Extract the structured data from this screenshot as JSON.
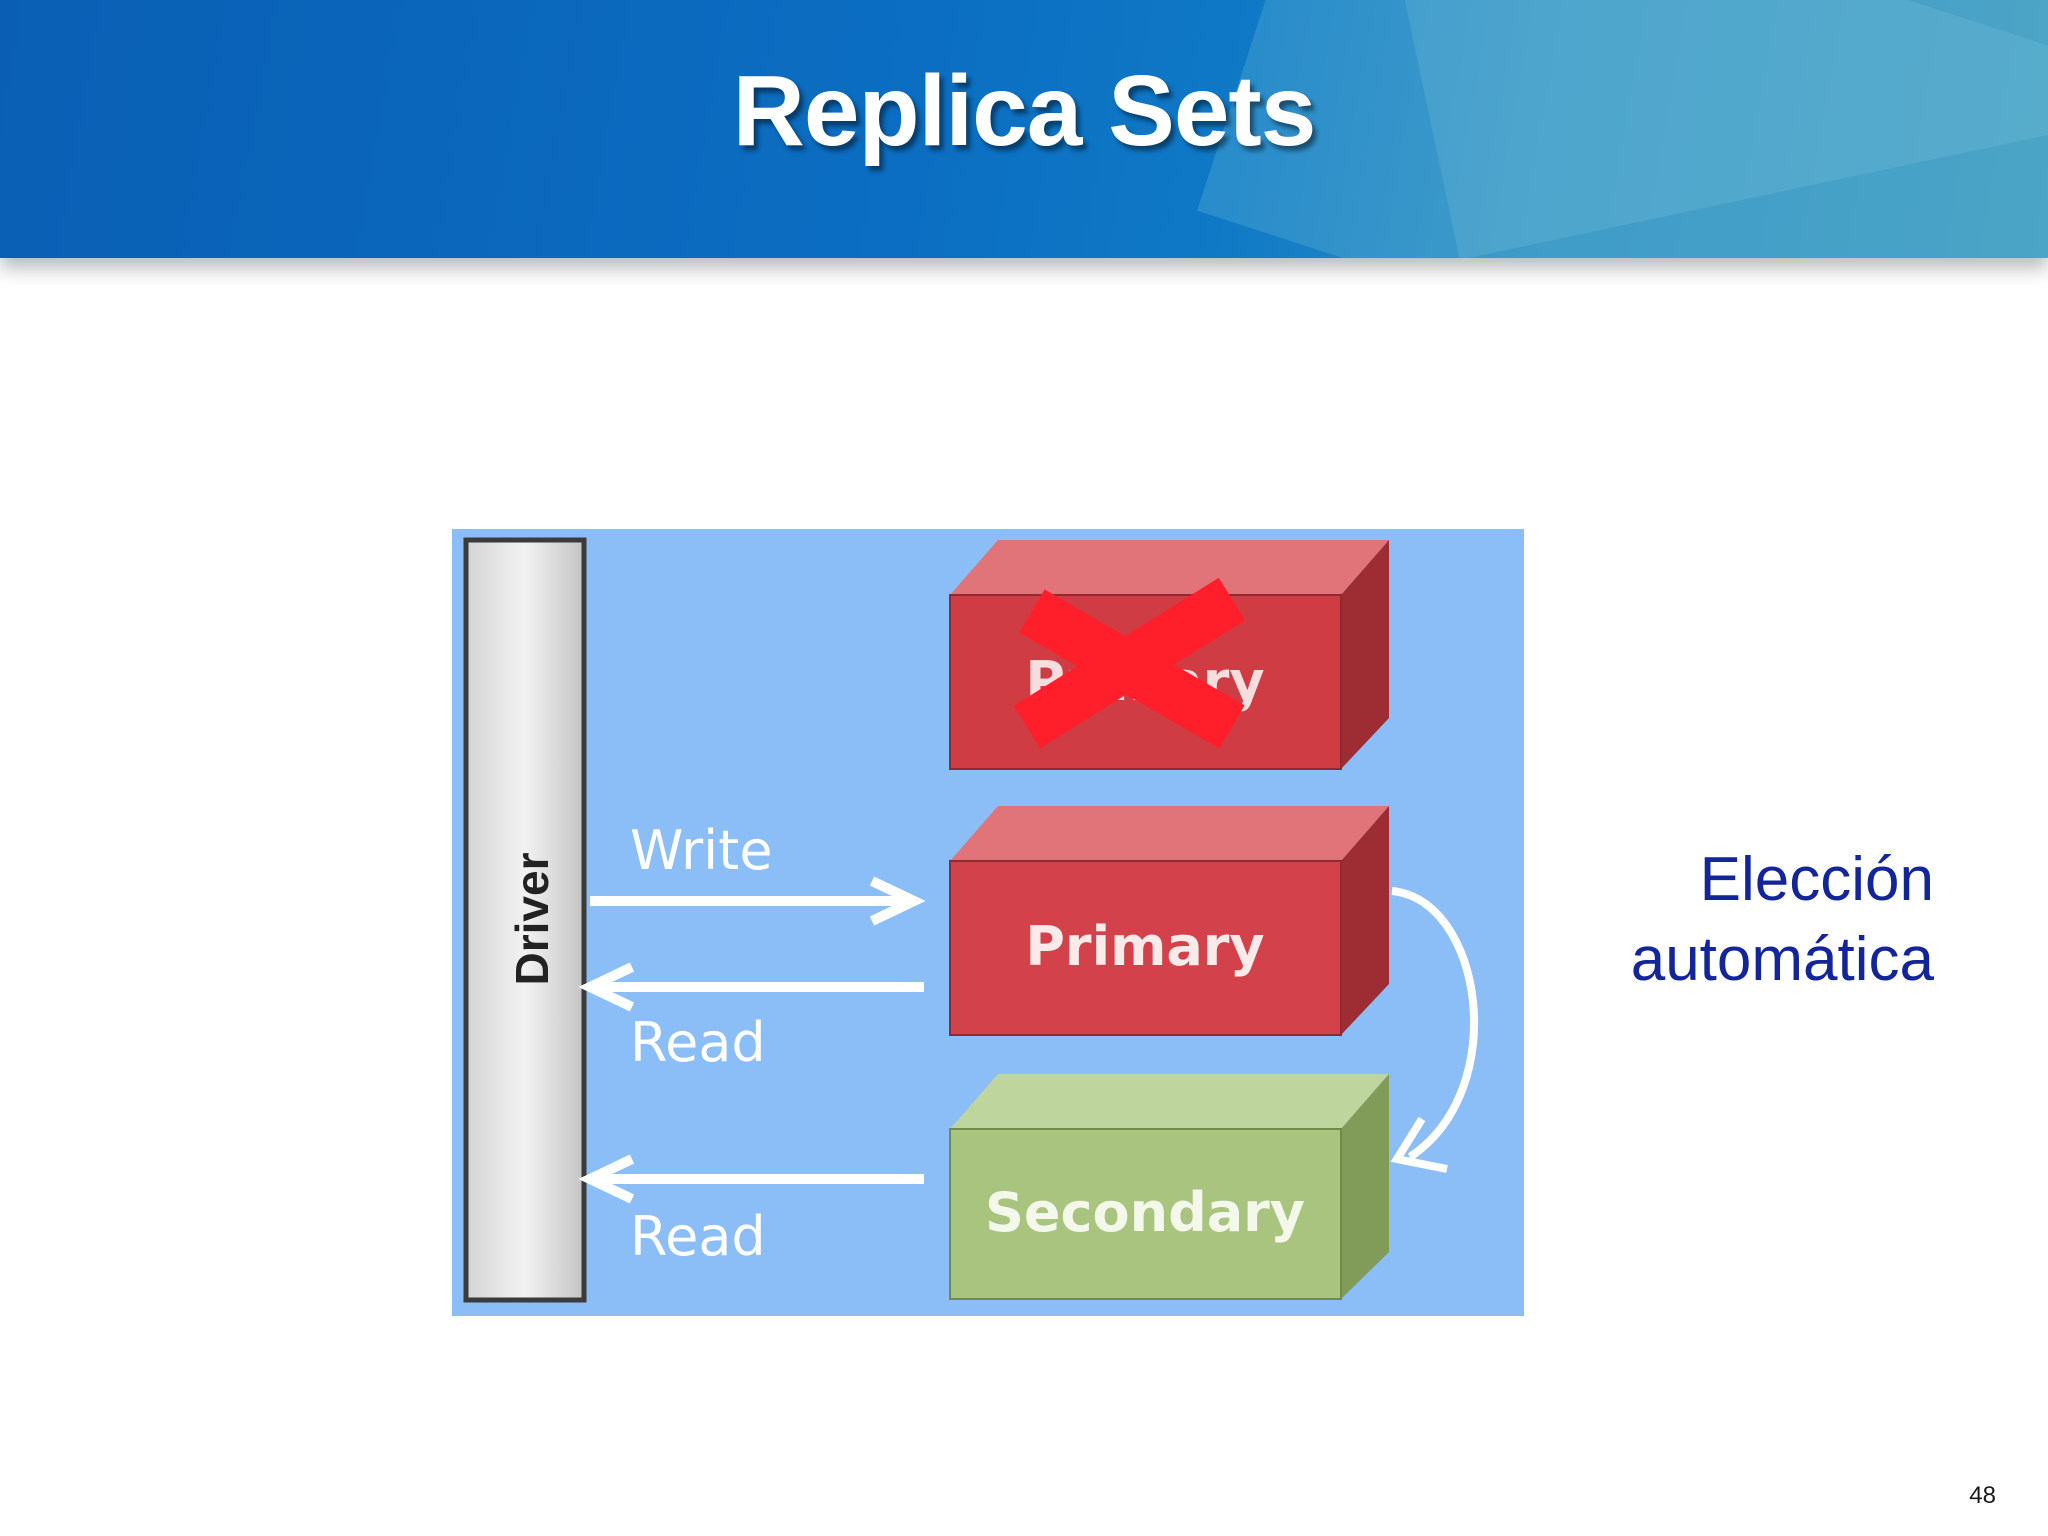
{
  "slide": {
    "title": "Replica Sets",
    "page_number": "48"
  },
  "diagram": {
    "driver_label": "Driver",
    "nodes": [
      {
        "label": "Primary",
        "state": "failed",
        "color": "#d9474e"
      },
      {
        "label": "Primary",
        "state": "active",
        "color": "#d9474e"
      },
      {
        "label": "Secondary",
        "state": "active",
        "color": "#a7c47c"
      }
    ],
    "arrows": {
      "write_label": "Write",
      "read_label_primary": "Read",
      "read_label_secondary": "Read"
    },
    "colors": {
      "background": "#8bbdf6",
      "primary": "#d9474e",
      "secondary": "#a7c47c",
      "failure_mark": "#ff1f2a"
    }
  },
  "annotation": {
    "line1": "Elección",
    "line2": "automática"
  },
  "colors": {
    "header": "#0a6ec2",
    "annotation_text": "#13259a"
  }
}
